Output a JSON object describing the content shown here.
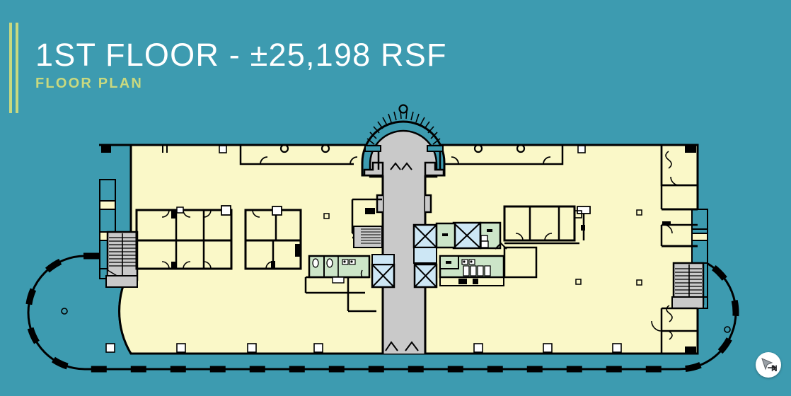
{
  "header": {
    "title": "1ST FLOOR - ±25,198 RSF",
    "subtitle": "FLOOR PLAN",
    "accent_bar_color": "#c9d97f",
    "title_color": "#ffffff"
  },
  "theme": {
    "background_teal": "#3d9bb0",
    "floor_cream": "#faf8c8",
    "core_gray": "#c9c9c9",
    "elevator_blue": "#cde7f5",
    "restroom_green": "#cce5c8",
    "line_black": "#000000"
  },
  "plan": {
    "name": "1st floor architectural floor plan",
    "building_shape": "long rectangular plan with rounded west end and semicircular entrance rotunda at top center",
    "regions": [
      {
        "id": "main-floor-plate",
        "label": "Open floor plate",
        "fill": "#faf8c8"
      },
      {
        "id": "entrance-rotunda",
        "label": "Entrance rotunda",
        "fill": "#c9c9c9"
      },
      {
        "id": "central-corridor",
        "label": "Central corridor / core",
        "fill": "#c9c9c9"
      },
      {
        "id": "elevator-bank",
        "label": "Elevators",
        "fill": "#cde7f5",
        "count": 4
      },
      {
        "id": "restrooms",
        "label": "Restrooms",
        "fill": "#cce5c8",
        "count": 4
      },
      {
        "id": "stair-west",
        "label": "West stair",
        "fill": "#c9c9c9"
      },
      {
        "id": "stair-east",
        "label": "East stair",
        "fill": "#c9c9c9"
      },
      {
        "id": "office-suite-west",
        "label": "West office suite",
        "rooms": 6
      },
      {
        "id": "office-suite-west-2",
        "label": "West office suite 2",
        "rooms": 4
      },
      {
        "id": "office-suite-east",
        "label": "East office suite",
        "rooms": 6
      },
      {
        "id": "site-drive-arc",
        "label": "Site drive / landscape arc"
      }
    ]
  },
  "compass": {
    "label": "N",
    "icon": "north-cursor-icon",
    "background": "#ffffff"
  }
}
